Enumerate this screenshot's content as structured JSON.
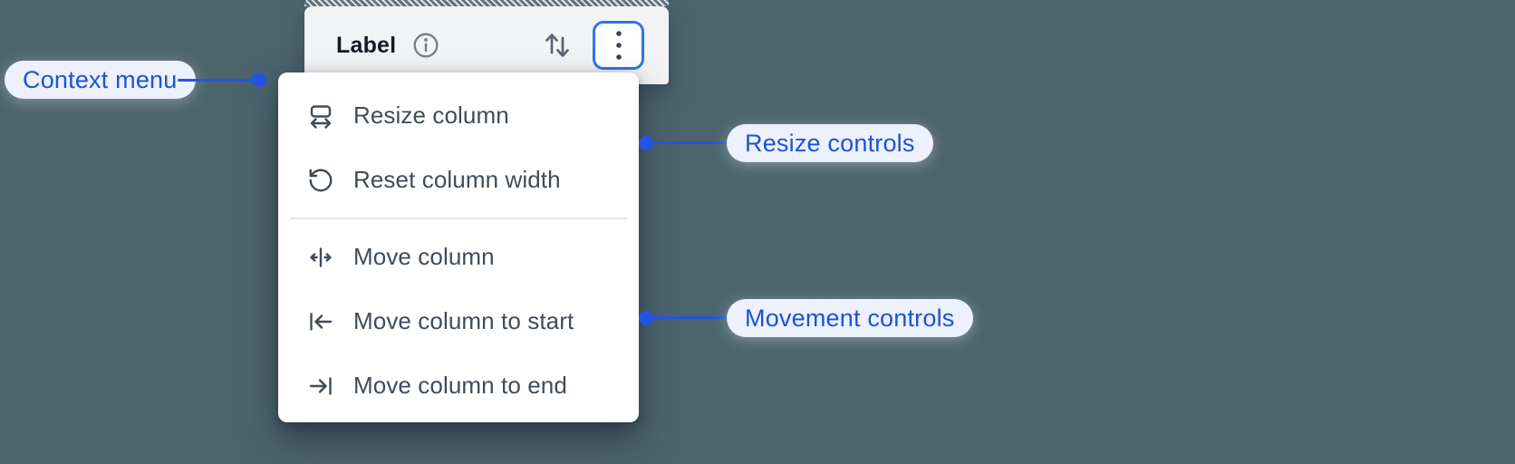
{
  "colors": {
    "background": "#4C646E",
    "accent_blue": "#2355E4",
    "pill_background": "#ECF1FD",
    "pill_text": "#1D52D8",
    "header_background": "#F2F3F5",
    "menu_background": "#FFFFFF",
    "menu_text": "#414B59",
    "focus_ring_blue": "#3173EE"
  },
  "header": {
    "label": "Label",
    "info_icon": "info-icon",
    "sort_icon": "sort-arrows-icon",
    "more_button_icon": "vertical-ellipsis-icon"
  },
  "menu": {
    "sections": [
      {
        "items": [
          {
            "icon": "resize-column-icon",
            "label": "Resize column"
          },
          {
            "icon": "reset-column-width-icon",
            "label": "Reset column width"
          }
        ]
      },
      {
        "items": [
          {
            "icon": "move-column-icon",
            "label": "Move column"
          },
          {
            "icon": "move-column-to-start-icon",
            "label": "Move column to start"
          },
          {
            "icon": "move-column-to-end-icon",
            "label": "Move column to end"
          }
        ]
      }
    ]
  },
  "annotations": [
    {
      "label": "Context menu",
      "side": "left"
    },
    {
      "label": "Resize controls",
      "side": "right"
    },
    {
      "label": "Movement controls",
      "side": "right"
    }
  ]
}
